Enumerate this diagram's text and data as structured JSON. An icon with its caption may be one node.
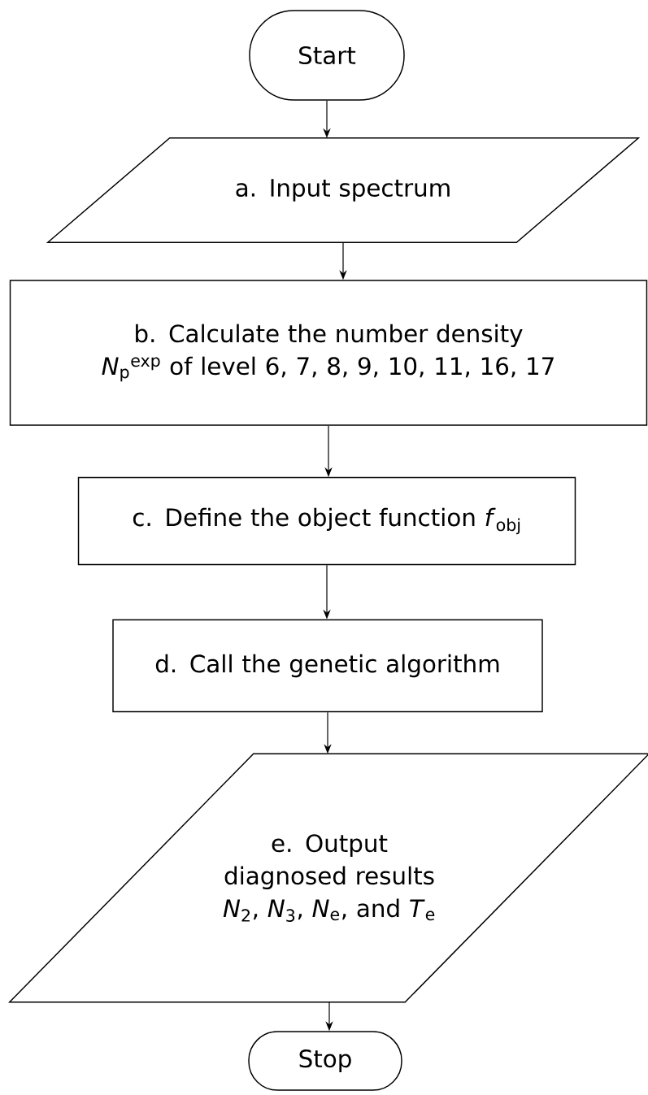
{
  "diagram": {
    "nodes": [
      {
        "text": [
          "Start"
        ]
      },
      {
        "text": [
          "a. Input spectrum"
        ]
      },
      {
        "text": [
          "b. Calculate the number density *N*$_{p}$$^{exp}$ of level 6, 7, 8, 9, 10, 11, 16, 17"
        ]
      },
      {
        "text": [
          "c. Define the object function *f*$_{obj}$"
        ]
      },
      {
        "text": [
          "d. Call the genetic algorithm"
        ]
      },
      {
        "text": [
          "e. Output diagnosed results *N*$_{2}$, *N*$_{3}$, *N*$_{e}$, and *T*$_{e}$"
        ]
      },
      {
        "text": [
          "Stop"
        ]
      }
    ],
    "edges": [
      {
        "from": 0,
        "to": 1,
        "arrow": "to"
      },
      {
        "from": 1,
        "to": 2,
        "arrow": "to"
      },
      {
        "from": 2,
        "to": 3,
        "arrow": "to"
      },
      {
        "from": 3,
        "to": 4,
        "arrow": "to"
      },
      {
        "from": 4,
        "to": 5,
        "arrow": "to"
      },
      {
        "from": 5,
        "to": 6,
        "arrow": "to"
      }
    ]
  }
}
